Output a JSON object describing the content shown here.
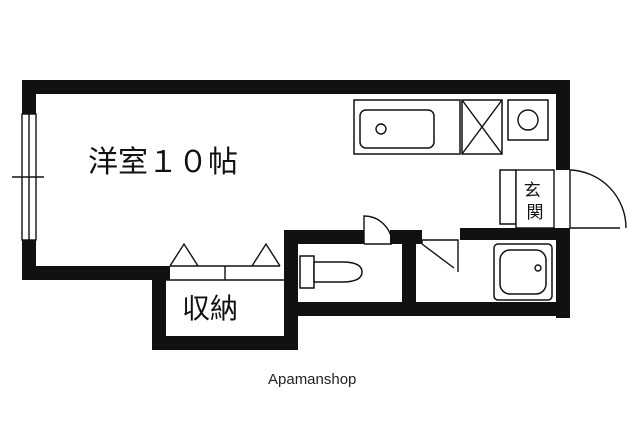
{
  "rooms": {
    "western_room": "洋室１０帖",
    "storage": "収納",
    "entrance": "玄関"
  },
  "watermark": "Apamanshop",
  "colors": {
    "wall": "#111111",
    "background": "#ffffff"
  }
}
